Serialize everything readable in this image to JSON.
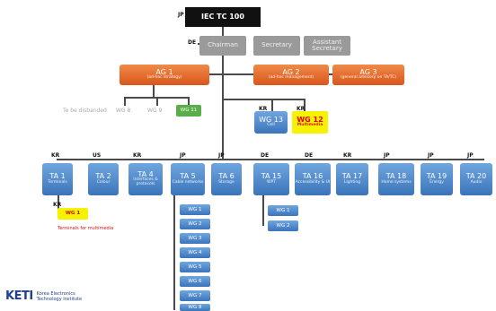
{
  "top": {
    "flag": "JP",
    "label": "IEC TC 100"
  },
  "officers": {
    "flag": "DE",
    "items": [
      "Chairman",
      "Secretary",
      "Assistant Secretary"
    ]
  },
  "advisory_groups": [
    {
      "label": "AG 1",
      "sub": "(ad-hoc strategy)"
    },
    {
      "label": "AG 2",
      "sub": "(ad-hoc management)"
    },
    {
      "label": "AG 3",
      "sub": "(general advisory on TA/TC)"
    }
  ],
  "inactive": {
    "intro": "To be disbanded",
    "items": [
      "WG 8",
      "WG 9"
    ],
    "active": "WG 11"
  },
  "tc_wgs": [
    {
      "flag": "KR",
      "label": "WG 13",
      "sub": "Cell"
    },
    {
      "flag": "KR",
      "label": "WG 12",
      "sub": "Multimedia"
    }
  ],
  "technical_areas": [
    {
      "flag": "KR",
      "label": "TA 1",
      "sub": "Terminals"
    },
    {
      "flag": "US",
      "label": "TA 2",
      "sub": "Colour"
    },
    {
      "flag": "KR",
      "label": "TA 4",
      "sub": "Interfaces & protocols"
    },
    {
      "flag": "JP",
      "label": "TA 5",
      "sub": "Cable networks"
    },
    {
      "flag": "JP",
      "label": "TA 6",
      "sub": "Storage"
    },
    {
      "flag": "DE",
      "label": "TA 15",
      "sub": "WPT"
    },
    {
      "flag": "DE",
      "label": "TA 16",
      "sub": "Accessibility & UI"
    },
    {
      "flag": "KR",
      "label": "TA 17",
      "sub": "Lighting"
    },
    {
      "flag": "JP",
      "label": "TA 18",
      "sub": "Home systems"
    },
    {
      "flag": "JP",
      "label": "TA 19",
      "sub": "Energy"
    },
    {
      "flag": "JP",
      "label": "TA 20",
      "sub": "Audio"
    }
  ],
  "ta1_sub": {
    "flag": "KR",
    "label": "WG 1",
    "note": "Terminals for multimedia"
  },
  "ta5_wgs": [
    "WG 1",
    "WG 2",
    "WG 3",
    "WG 4",
    "WG 5",
    "WG 6",
    "WG 7",
    "WG 8"
  ],
  "ta15_wgs": [
    "WG 1",
    "WG 2"
  ],
  "logo": {
    "mark": "KETI",
    "line1": "Korea Electronics",
    "line2": "Technology Institute"
  }
}
